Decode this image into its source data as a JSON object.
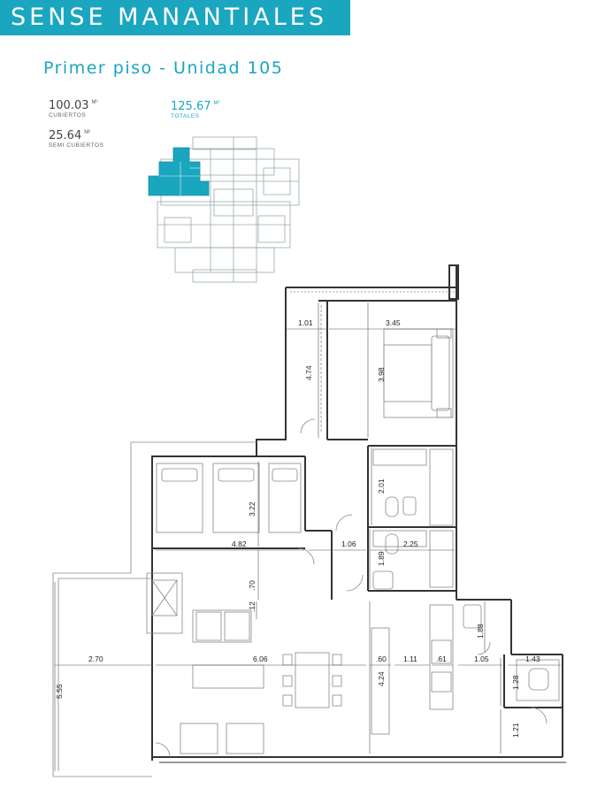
{
  "header": {
    "brand": "SENSE MANANTIALES",
    "subtitle": "Primer piso - Unidad 105"
  },
  "areas": {
    "covered": {
      "value": "100.03",
      "unit": "M²",
      "label": "CUBIERTOS"
    },
    "semi_covered": {
      "value": "25.64",
      "unit": "M²",
      "label": "SEMI CUBIERTOS"
    },
    "total": {
      "value": "125.67",
      "unit": "M²",
      "label": "TOTALES"
    }
  },
  "dimensions": {
    "d1": "1.01",
    "d2": "3.45",
    "d3": "4.74",
    "d4": "3.98",
    "d5": "2.01",
    "d6": "3.22",
    "d7": "4.82",
    "d8": "1.06",
    "d9": "2.25",
    "d10": "1.89",
    "d11": ".70",
    "d12": ".12",
    "d13": "1.88",
    "d14": "2.70",
    "d15": "6.06",
    "d16": ".60",
    "d17": "1.11",
    "d18": ".61",
    "d19": "1.05",
    "d20": "1.43",
    "d21": "5.55",
    "d22": "4.24",
    "d23": "1.28",
    "d24": "1.21"
  },
  "colors": {
    "brand": "#1aa6bf",
    "line": "#444444"
  }
}
